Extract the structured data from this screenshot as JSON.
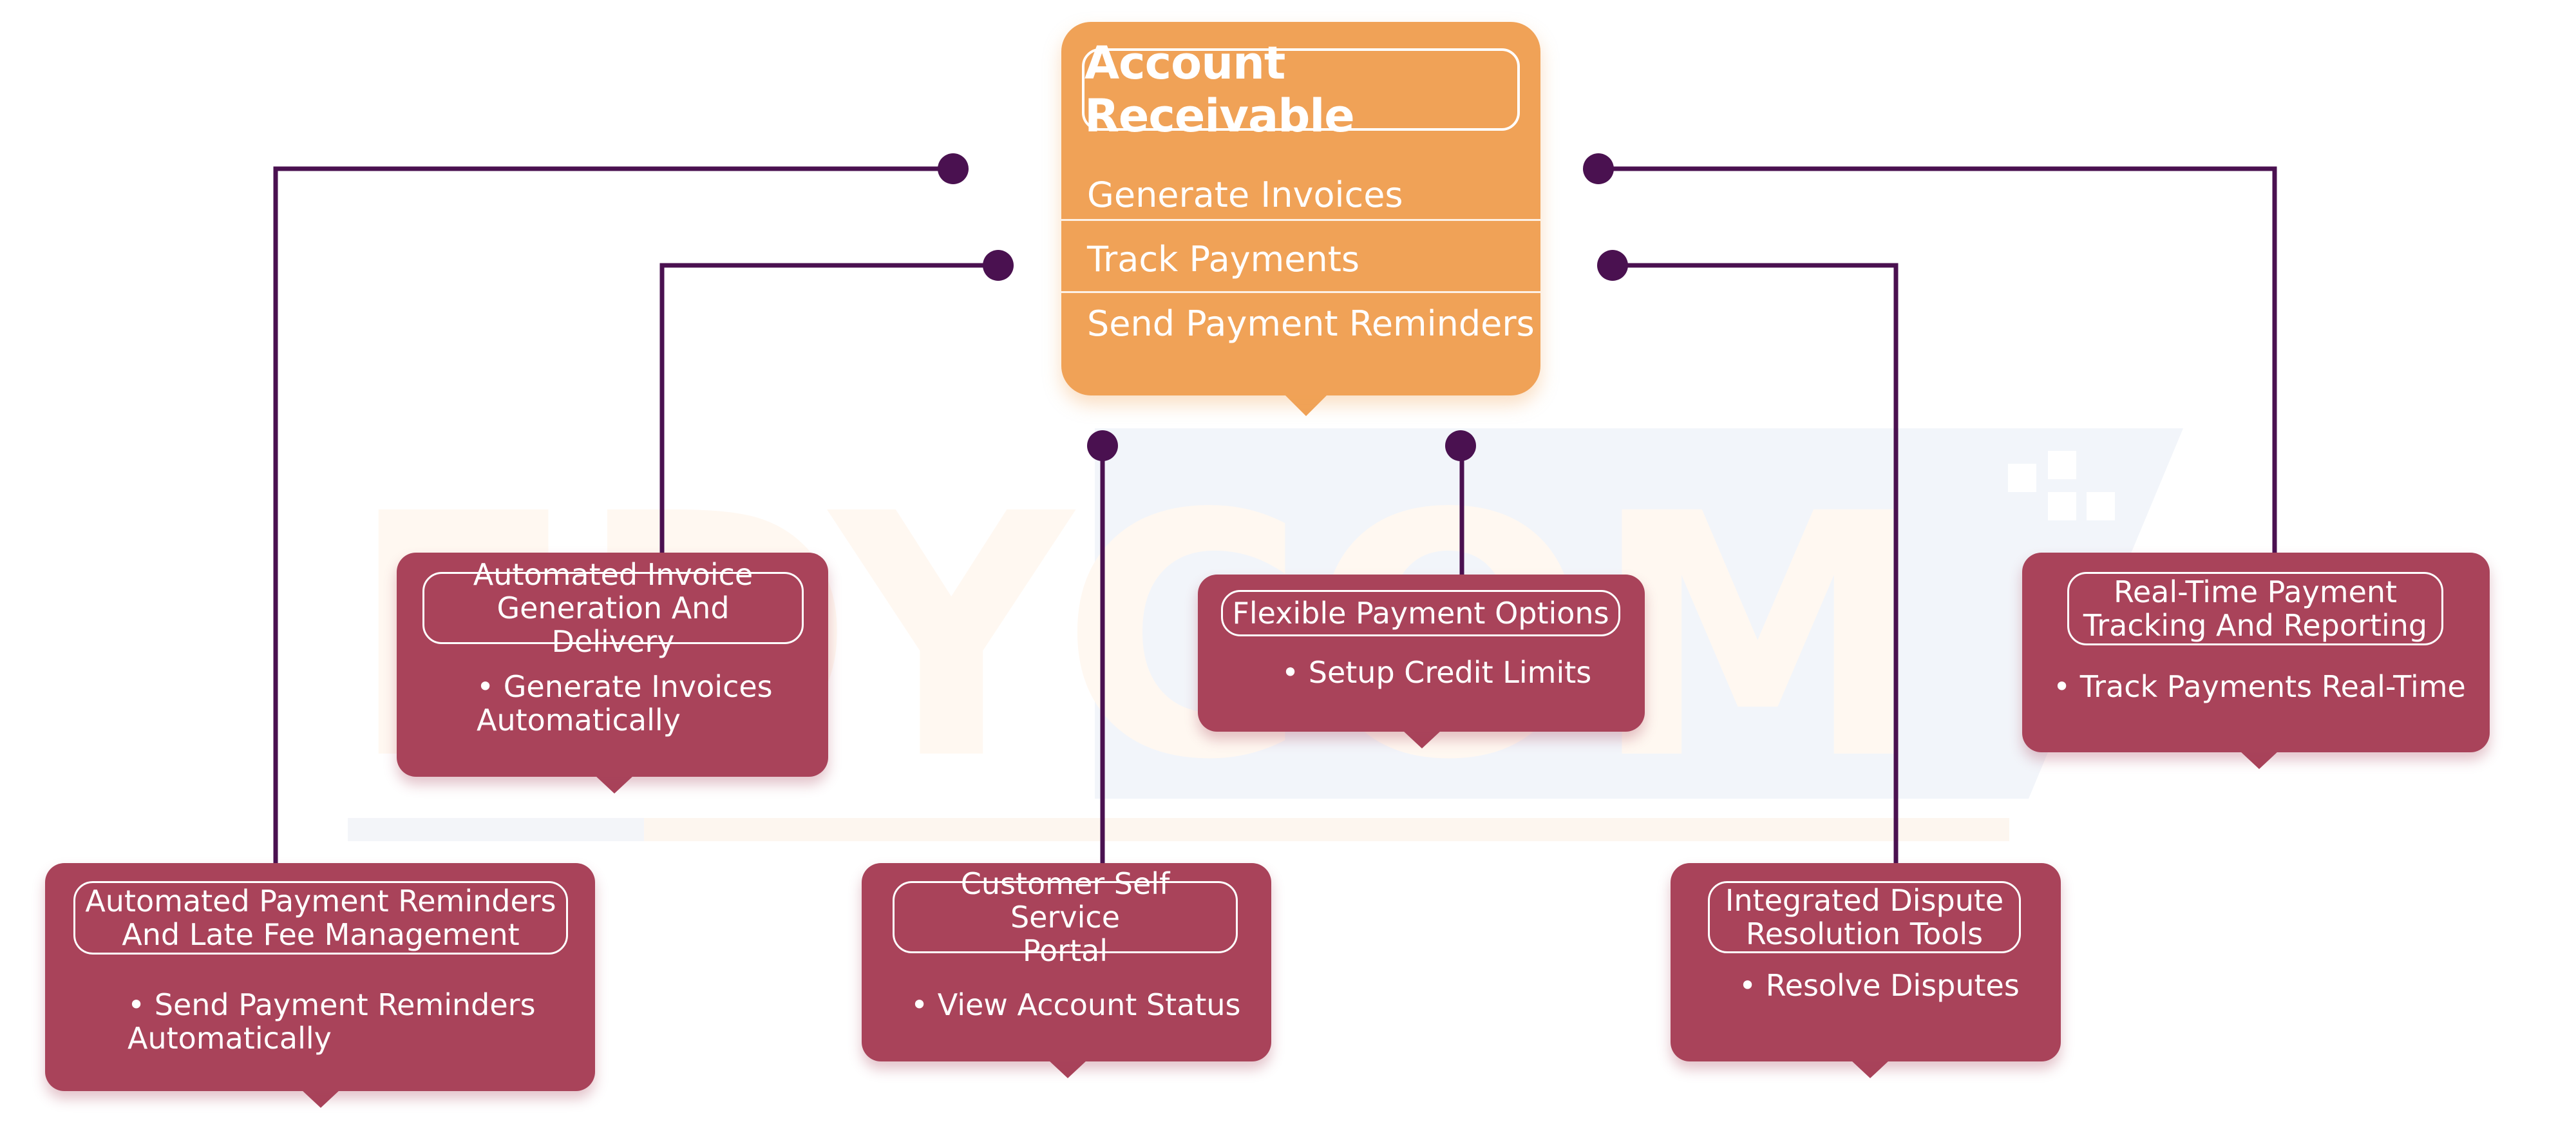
{
  "center": {
    "title": "Account Receivable",
    "items": [
      "Generate Invoices",
      "Track Payments",
      "Send Payment Reminders"
    ]
  },
  "cards": {
    "invoice": {
      "title_line1": "Automated Invoice",
      "title_line2": "Generation And Delivery",
      "bullet_line1": "• Generate Invoices",
      "bullet_line2": "Automatically"
    },
    "flexible": {
      "title": "Flexible Payment Options",
      "bullet": "• Setup Credit Limits"
    },
    "realtime": {
      "title_line1": "Real-Time Payment",
      "title_line2": "Tracking And Reporting",
      "bullet": "• Track Payments Real-Time"
    },
    "reminders": {
      "title_line1": "Automated Payment Reminders",
      "title_line2": "And Late Fee Management",
      "bullet_line1": "• Send Payment Reminders",
      "bullet_line2": "Automatically"
    },
    "selfservice": {
      "title_line1": "Customer Self Service",
      "title_line2": "Portal",
      "bullet": "• View Account Status"
    },
    "dispute": {
      "title_line1": "Integrated Dispute",
      "title_line2": "Resolution Tools",
      "bullet": "• Resolve Disputes"
    }
  },
  "watermark": {
    "text": "EDYCOM"
  },
  "colors": {
    "center_orange": "#F0A257",
    "card_maroon": "#A9435A",
    "connector_purple": "#4A1150",
    "watermark_blue": "#F2F5FA",
    "watermark_orange": "#FFF7F0"
  }
}
